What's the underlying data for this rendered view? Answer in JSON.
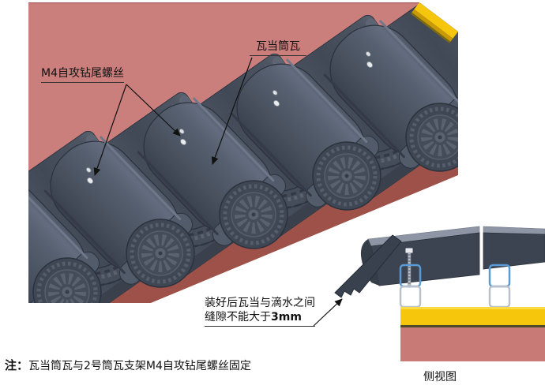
{
  "main_view": {
    "description": "isometric 3d render of eave tile row on pink roof",
    "labels": {
      "screw": "M4自攻钻尾螺丝",
      "eave_tile": "瓦当筒瓦"
    }
  },
  "inset": {
    "gap_note": {
      "line1": "装好后瓦当与滴水之间",
      "line2_prefix": "缝隙不能大于",
      "value": "3mm"
    },
    "caption": "侧视图"
  },
  "footnote": {
    "marker": "注：",
    "text": "瓦当筒瓦与2号筒瓦支架M4自攻钻尾螺丝固定"
  },
  "colors": {
    "roof_pink": "#cb7f7d",
    "fascia_red": "#9e5149",
    "tile_gray": "#4a5260",
    "tile_dark": "#39404d",
    "batten_blue": "#5f9bd8",
    "rail_gray": "#9aa1a9",
    "beam_yellow": "#f6c60d",
    "bracket_blue": "#5b9bd5",
    "bracket_gray": "#bac1ca",
    "annotation": "#111111"
  }
}
